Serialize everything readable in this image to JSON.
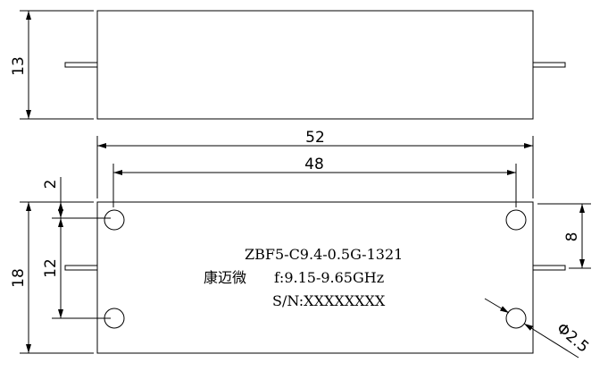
{
  "dimensions": {
    "top_height": "13",
    "overall_length": "52",
    "hole_spacing": "48",
    "hole_offset": "2",
    "hole_vertical_spacing": "12",
    "body_height": "18",
    "connector_height": "8",
    "hole_diameter": "Φ2.5"
  },
  "label": {
    "model": "ZBF5-C9.4-0.5G-1321",
    "brand": "康迈微",
    "frequency": "f:9.15-9.65GHz",
    "serial": "S/N:XXXXXXXX"
  }
}
